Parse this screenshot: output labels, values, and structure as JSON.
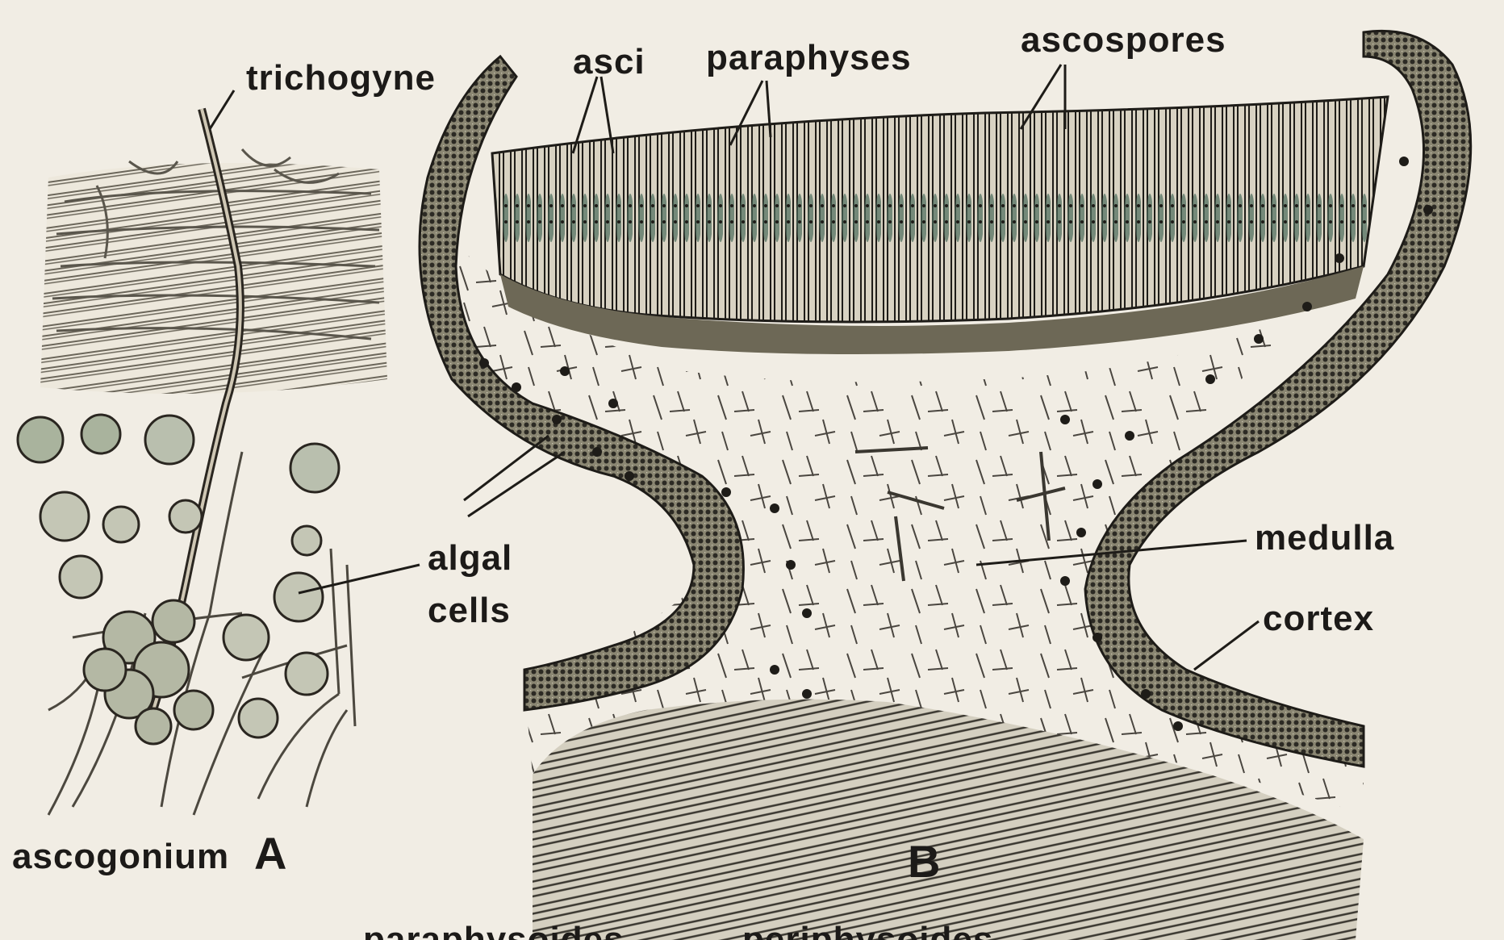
{
  "figure": {
    "panel_a_label": "A",
    "panel_b_label": "B",
    "labels": {
      "trichogyne": "trichogyne",
      "asci": "asci",
      "paraphyses": "paraphyses",
      "ascospores": "ascospores",
      "algal": "algal",
      "cells": "cells",
      "medulla": "medulla",
      "cortex": "cortex",
      "ascogonium": "ascogonium",
      "paraphysoides": "paraphysoides",
      "periphysoides": "periphysoides"
    }
  }
}
